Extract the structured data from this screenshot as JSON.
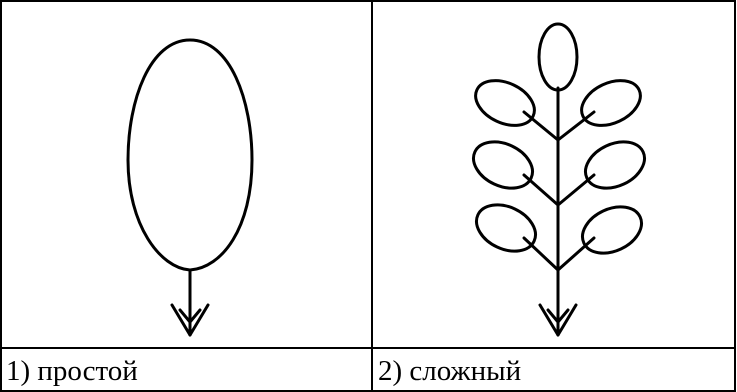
{
  "table": {
    "cells": [
      {
        "caption": "1) простой",
        "leaf_type": "simple"
      },
      {
        "caption": "2) сложный",
        "leaf_type": "compound"
      }
    ]
  },
  "colors": {
    "stroke": "#000000",
    "background": "#ffffff",
    "grid": "#000000"
  },
  "icons": {
    "simple_leaf": "simple-leaf-icon",
    "compound_leaf": "compound-leaf-icon"
  }
}
